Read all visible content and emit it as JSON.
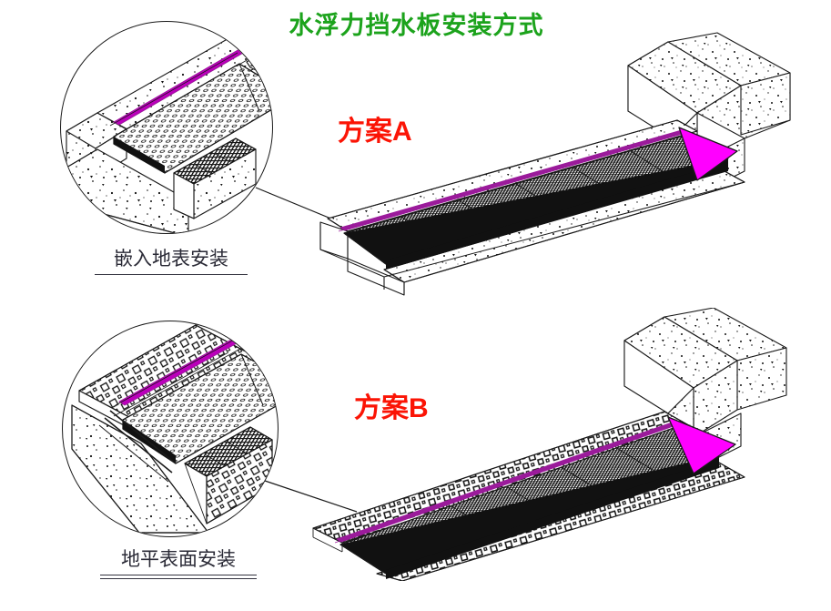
{
  "document": {
    "title": "水浮力挡水板安装方式",
    "title_color": "#1ca31c",
    "background_color": "#ffffff"
  },
  "schemes": [
    {
      "id": "A",
      "label": "方案A",
      "label_color": "#fb1405",
      "callout_caption": "嵌入地表安装",
      "callout_caption_rules": 1,
      "surround_hatch": "concrete-aggregate-speckle",
      "grate_type": "perforated-mesh-grating",
      "barrier_color": "#ff00ff",
      "barrier_shape": "triangle",
      "seal_strip_color": "#9b1b9b",
      "grate_panel_count": 6
    },
    {
      "id": "B",
      "label": "方案B",
      "label_color": "#fb1405",
      "callout_caption": "地平表面安装",
      "callout_caption_rules": 2,
      "surround_hatch": "square-paver-tile",
      "grate_type": "perforated-mesh-grating",
      "barrier_color": "#ff00ff",
      "barrier_shape": "triangle",
      "seal_strip_color": "#9b1b9b",
      "grate_panel_count": 6
    }
  ],
  "colors": {
    "line": "#1a1a1a",
    "magenta": "#ff00ff",
    "magenta_strip": "#9b1b9b",
    "red": "#fb1405",
    "green": "#1ca31c",
    "caption_text": "#2a2a36"
  }
}
